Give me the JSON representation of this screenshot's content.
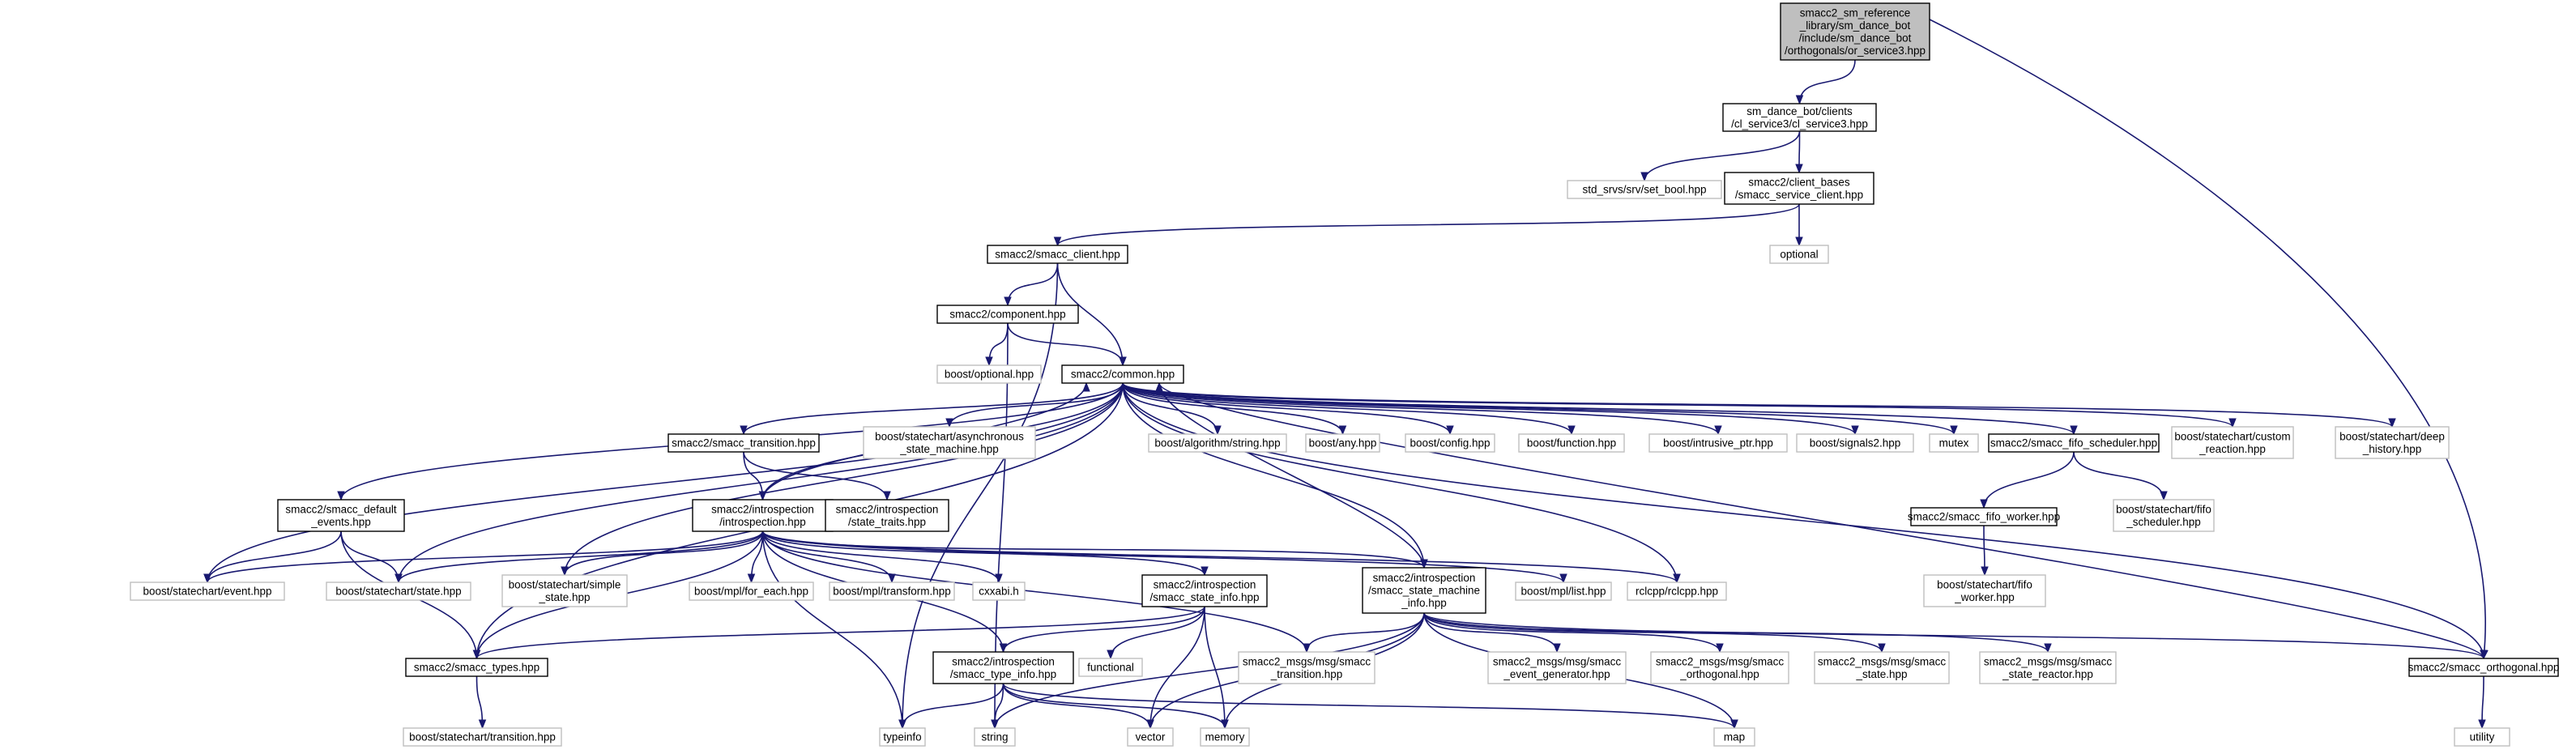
{
  "colors": {
    "edge": "#191970",
    "node_border": "#000000",
    "external_border": "#bfbfbf",
    "current_fill": "#bfbfbf"
  },
  "nodes": [
    {
      "id": "n0",
      "lines": [
        "smacc2_sm_reference",
        "_library/sm_dance_bot",
        "/include/sm_dance_bot",
        "/orthogonals/or_service3.hpp"
      ],
      "kind": "main"
    },
    {
      "id": "n1",
      "lines": [
        "sm_dance_bot/clients",
        "/cl_service3/cl_service3.hpp"
      ],
      "kind": "doc"
    },
    {
      "id": "n2",
      "lines": [
        "std_srvs/srv/set_bool.hpp"
      ],
      "kind": "ext"
    },
    {
      "id": "n3",
      "lines": [
        "smacc2/client_bases",
        "/smacc_service_client.hpp"
      ],
      "kind": "doc"
    },
    {
      "id": "n4",
      "lines": [
        "optional"
      ],
      "kind": "ext"
    },
    {
      "id": "n5",
      "lines": [
        "smacc2/smacc_client.hpp"
      ],
      "kind": "doc"
    },
    {
      "id": "n6",
      "lines": [
        "smacc2/component.hpp"
      ],
      "kind": "doc"
    },
    {
      "id": "n7",
      "lines": [
        "boost/optional.hpp"
      ],
      "kind": "ext"
    },
    {
      "id": "n8",
      "lines": [
        "smacc2/common.hpp"
      ],
      "kind": "doc"
    },
    {
      "id": "n9",
      "lines": [
        "smacc2/smacc_transition.hpp"
      ],
      "kind": "doc"
    },
    {
      "id": "n10",
      "lines": [
        "boost/statechart/asynchronous",
        "_state_machine.hpp"
      ],
      "kind": "ext"
    },
    {
      "id": "n11",
      "lines": [
        "boost/algorithm/string.hpp"
      ],
      "kind": "ext"
    },
    {
      "id": "n12",
      "lines": [
        "boost/any.hpp"
      ],
      "kind": "ext"
    },
    {
      "id": "n13",
      "lines": [
        "boost/config.hpp"
      ],
      "kind": "ext"
    },
    {
      "id": "n14",
      "lines": [
        "boost/function.hpp"
      ],
      "kind": "ext"
    },
    {
      "id": "n15",
      "lines": [
        "boost/intrusive_ptr.hpp"
      ],
      "kind": "ext"
    },
    {
      "id": "n16",
      "lines": [
        "boost/signals2.hpp"
      ],
      "kind": "ext"
    },
    {
      "id": "n17",
      "lines": [
        "mutex"
      ],
      "kind": "ext"
    },
    {
      "id": "n18",
      "lines": [
        "smacc2/smacc_fifo_scheduler.hpp"
      ],
      "kind": "doc"
    },
    {
      "id": "n19",
      "lines": [
        "boost/statechart/custom",
        "_reaction.hpp"
      ],
      "kind": "ext"
    },
    {
      "id": "n20",
      "lines": [
        "boost/statechart/deep",
        "_history.hpp"
      ],
      "kind": "ext"
    },
    {
      "id": "n21",
      "lines": [
        "smacc2/smacc_default",
        "_events.hpp"
      ],
      "kind": "doc"
    },
    {
      "id": "n22",
      "lines": [
        "smacc2/introspection",
        "/introspection.hpp"
      ],
      "kind": "doc"
    },
    {
      "id": "n23",
      "lines": [
        "smacc2/introspection",
        "/state_traits.hpp"
      ],
      "kind": "doc"
    },
    {
      "id": "n24",
      "lines": [
        "smacc2/smacc_fifo_worker.hpp"
      ],
      "kind": "doc"
    },
    {
      "id": "n25",
      "lines": [
        "boost/statechart/fifo",
        "_scheduler.hpp"
      ],
      "kind": "ext"
    },
    {
      "id": "n26",
      "lines": [
        "boost/statechart/event.hpp"
      ],
      "kind": "ext"
    },
    {
      "id": "n27",
      "lines": [
        "boost/statechart/state.hpp"
      ],
      "kind": "ext"
    },
    {
      "id": "n28",
      "lines": [
        "boost/statechart/simple",
        "_state.hpp"
      ],
      "kind": "ext"
    },
    {
      "id": "n29",
      "lines": [
        "boost/mpl/for_each.hpp"
      ],
      "kind": "ext"
    },
    {
      "id": "n30",
      "lines": [
        "boost/mpl/transform.hpp"
      ],
      "kind": "ext"
    },
    {
      "id": "n31",
      "lines": [
        "cxxabi.h"
      ],
      "kind": "ext"
    },
    {
      "id": "n32",
      "lines": [
        "smacc2/introspection",
        "/smacc_state_info.hpp"
      ],
      "kind": "doc"
    },
    {
      "id": "n33",
      "lines": [
        "smacc2/introspection",
        "/smacc_state_machine",
        "_info.hpp"
      ],
      "kind": "doc"
    },
    {
      "id": "n34",
      "lines": [
        "boost/mpl/list.hpp"
      ],
      "kind": "ext"
    },
    {
      "id": "n35",
      "lines": [
        "rclcpp/rclcpp.hpp"
      ],
      "kind": "ext"
    },
    {
      "id": "n36",
      "lines": [
        "boost/statechart/fifo",
        "_worker.hpp"
      ],
      "kind": "ext"
    },
    {
      "id": "n37",
      "lines": [
        "smacc2/smacc_types.hpp"
      ],
      "kind": "doc"
    },
    {
      "id": "n38",
      "lines": [
        "functional"
      ],
      "kind": "ext"
    },
    {
      "id": "n39",
      "lines": [
        "smacc2_msgs/msg/smacc",
        "_transition.hpp"
      ],
      "kind": "ext"
    },
    {
      "id": "n40",
      "lines": [
        "smacc2_msgs/msg/smacc",
        "_event_generator.hpp"
      ],
      "kind": "ext"
    },
    {
      "id": "n41",
      "lines": [
        "smacc2_msgs/msg/smacc",
        "_orthogonal.hpp"
      ],
      "kind": "ext"
    },
    {
      "id": "n42",
      "lines": [
        "smacc2_msgs/msg/smacc",
        "_state.hpp"
      ],
      "kind": "ext"
    },
    {
      "id": "n43",
      "lines": [
        "smacc2_msgs/msg/smacc",
        "_state_reactor.hpp"
      ],
      "kind": "ext"
    },
    {
      "id": "n44",
      "lines": [
        "smacc2/smacc_orthogonal.hpp"
      ],
      "kind": "doc"
    },
    {
      "id": "n45",
      "lines": [
        "smacc2/introspection",
        "/smacc_type_info.hpp"
      ],
      "kind": "doc"
    },
    {
      "id": "n46",
      "lines": [
        "boost/statechart/transition.hpp"
      ],
      "kind": "ext"
    },
    {
      "id": "n47",
      "lines": [
        "typeinfo"
      ],
      "kind": "ext"
    },
    {
      "id": "n48",
      "lines": [
        "string"
      ],
      "kind": "ext"
    },
    {
      "id": "n49",
      "lines": [
        "vector"
      ],
      "kind": "ext"
    },
    {
      "id": "n50",
      "lines": [
        "memory"
      ],
      "kind": "ext"
    },
    {
      "id": "n51",
      "lines": [
        "map"
      ],
      "kind": "ext"
    },
    {
      "id": "n52",
      "lines": [
        "utility"
      ],
      "kind": "ext"
    }
  ],
  "edges": [
    [
      "n0",
      "n1"
    ],
    [
      "n0",
      "n44"
    ],
    [
      "n1",
      "n2"
    ],
    [
      "n1",
      "n3"
    ],
    [
      "n3",
      "n4"
    ],
    [
      "n3",
      "n5"
    ],
    [
      "n5",
      "n6"
    ],
    [
      "n5",
      "n8"
    ],
    [
      "n5",
      "n47"
    ],
    [
      "n6",
      "n7"
    ],
    [
      "n6",
      "n8"
    ],
    [
      "n6",
      "n48"
    ],
    [
      "n8",
      "n9"
    ],
    [
      "n8",
      "n10"
    ],
    [
      "n8",
      "n11"
    ],
    [
      "n8",
      "n12"
    ],
    [
      "n8",
      "n13"
    ],
    [
      "n8",
      "n14"
    ],
    [
      "n8",
      "n15"
    ],
    [
      "n8",
      "n16"
    ],
    [
      "n8",
      "n17"
    ],
    [
      "n8",
      "n18"
    ],
    [
      "n8",
      "n19"
    ],
    [
      "n8",
      "n20"
    ],
    [
      "n8",
      "n21"
    ],
    [
      "n8",
      "n22"
    ],
    [
      "n8",
      "n26"
    ],
    [
      "n8",
      "n27"
    ],
    [
      "n8",
      "n28"
    ],
    [
      "n8",
      "n35"
    ],
    [
      "n8",
      "n33"
    ],
    [
      "n8",
      "n37"
    ],
    [
      "n8",
      "n44"
    ],
    [
      "n9",
      "n22"
    ],
    [
      "n9",
      "n23"
    ],
    [
      "n18",
      "n24"
    ],
    [
      "n18",
      "n25"
    ],
    [
      "n24",
      "n36"
    ],
    [
      "n21",
      "n26"
    ],
    [
      "n21",
      "n27"
    ],
    [
      "n21",
      "n37"
    ],
    [
      "n22",
      "n26"
    ],
    [
      "n22",
      "n27"
    ],
    [
      "n22",
      "n28"
    ],
    [
      "n22",
      "n29"
    ],
    [
      "n22",
      "n30"
    ],
    [
      "n22",
      "n31"
    ],
    [
      "n22",
      "n32"
    ],
    [
      "n22",
      "n33"
    ],
    [
      "n22",
      "n34"
    ],
    [
      "n22",
      "n35"
    ],
    [
      "n22",
      "n37"
    ],
    [
      "n22",
      "n39"
    ],
    [
      "n22",
      "n45"
    ],
    [
      "n22",
      "n47"
    ],
    [
      "n22",
      "n8"
    ],
    [
      "n32",
      "n37"
    ],
    [
      "n32",
      "n38"
    ],
    [
      "n32",
      "n45"
    ],
    [
      "n32",
      "n49"
    ],
    [
      "n32",
      "n50"
    ],
    [
      "n33",
      "n39"
    ],
    [
      "n33",
      "n40"
    ],
    [
      "n33",
      "n41"
    ],
    [
      "n33",
      "n42"
    ],
    [
      "n33",
      "n43"
    ],
    [
      "n33",
      "n44"
    ],
    [
      "n33",
      "n48"
    ],
    [
      "n33",
      "n49"
    ],
    [
      "n33",
      "n50"
    ],
    [
      "n33",
      "n51"
    ],
    [
      "n33",
      "n8"
    ],
    [
      "n37",
      "n46"
    ],
    [
      "n45",
      "n47"
    ],
    [
      "n45",
      "n48"
    ],
    [
      "n45",
      "n49"
    ],
    [
      "n45",
      "n50"
    ],
    [
      "n45",
      "n51"
    ],
    [
      "n44",
      "n52"
    ],
    [
      "n44",
      "n8"
    ]
  ]
}
